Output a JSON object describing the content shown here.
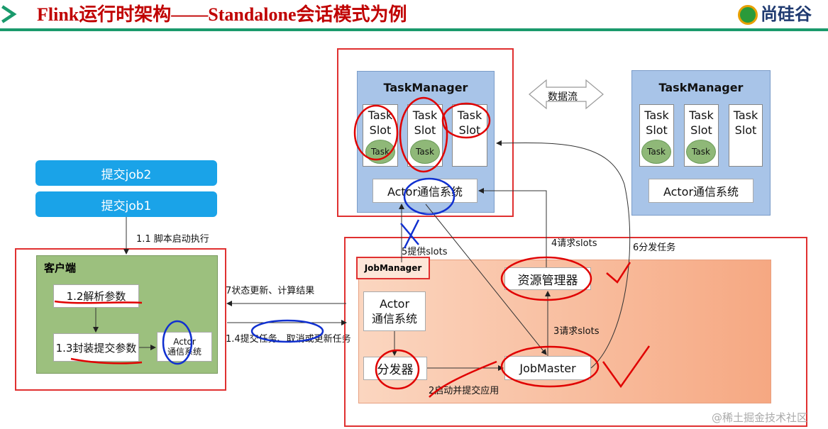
{
  "header": {
    "title": "Flink运行时架构——Standalone会话模式为例",
    "logo_text": "尚硅谷"
  },
  "client_side": {
    "submit_job2": "提交job2",
    "submit_job1": "提交job1",
    "step_1_1": "1.1 脚本启动执行",
    "client_title": "客户端",
    "parse_params": "1.2解析参数",
    "wrap_params": "1.3封装提交参数",
    "actor_line1": "Actor",
    "actor_line2": "通信系统"
  },
  "arrows": {
    "step_7": "7状态更新、计算结果",
    "step_1_4": "1.4提交任务、取消或更新任务",
    "step_5": "5提供slots",
    "step_4": "4请求slots",
    "step_6": "6分发任务",
    "step_3": "3请求slots",
    "step_2": "2启动并提交应用",
    "data_stream": "数据流"
  },
  "taskmanager_left": {
    "title": "TaskManager",
    "slot_line1": "Task",
    "slot_line2": "Slot",
    "task": "Task",
    "actor": "Actor通信系统"
  },
  "taskmanager_right": {
    "title": "TaskManager",
    "slot_line1": "Task",
    "slot_line2": "Slot",
    "task": "Task",
    "actor": "Actor通信系统"
  },
  "jobmanager": {
    "title": "JobManager",
    "actor_line1": "Actor",
    "actor_line2": "通信系统",
    "resource_manager": "资源管理器",
    "dispatcher": "分发器",
    "jobmaster": "JobMaster"
  },
  "watermark": "@稀土掘金技术社区",
  "colors": {
    "title_red": "#c00000",
    "header_green": "#1a9a6c",
    "pill_blue": "#1aa3e8",
    "tm_blue": "#a8c4e8",
    "client_green": "#9cc07e",
    "jm_orange": "#f6a882",
    "annotation_red": "#e00000",
    "annotation_blue": "#1030d0"
  }
}
